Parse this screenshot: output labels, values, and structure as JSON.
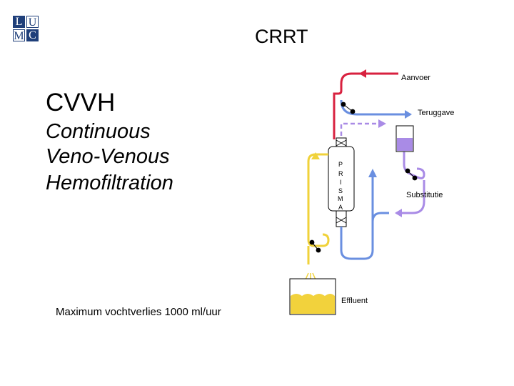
{
  "logo": {
    "letters": [
      "L",
      "U",
      "M",
      "C"
    ]
  },
  "header": {
    "title": "CRRT"
  },
  "left": {
    "heading": "CVVH",
    "lines": [
      "Continuous",
      "Veno-Venous",
      "Hemofiltration"
    ],
    "note": "Maximum vochtverlies 1000 ml/uur"
  },
  "diagram": {
    "labels": {
      "supply": "Aanvoer",
      "return": "Teruggave",
      "substitution": "Substitutie",
      "effluent": "Effluent"
    },
    "filter_letters": [
      "P",
      "R",
      "I",
      "S",
      "M",
      "A"
    ],
    "colors": {
      "arterial": "#d8213f",
      "venous": "#6a8fe0",
      "substitution": "#a98be6",
      "effluent": "#f2d23c",
      "filtrate_line": "#f0d23a"
    }
  }
}
